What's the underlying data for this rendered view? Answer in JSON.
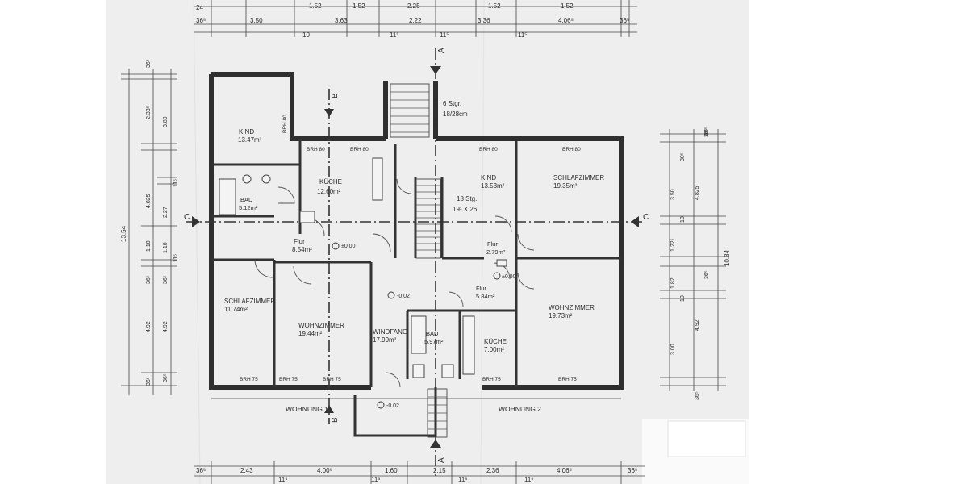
{
  "rooms": {
    "kind_left": {
      "name": "KIND",
      "area": "13.47m²"
    },
    "kueche_left": {
      "name": "KÜCHE",
      "area": "12.60m²"
    },
    "bad_left": {
      "name": "BAD",
      "area": "5.12m²"
    },
    "flur_left": {
      "name": "Flur",
      "area": "8.54m²"
    },
    "schlaf_left": {
      "name": "SCHLAFZIMMER",
      "area": "11.74m²"
    },
    "wohn_left": {
      "name": "WOHNZIMMER",
      "area": "19.44m²"
    },
    "windfang": {
      "name": "WINDFANG",
      "area": "17.99m²"
    },
    "bad_center": {
      "name": "BAD",
      "area": "5.97m²"
    },
    "kind_right": {
      "name": "KIND",
      "area": "13.53m²"
    },
    "schlaf_right": {
      "name": "SCHLAFZIMMER",
      "area": "19.35m²"
    },
    "flur_right_upper": {
      "name": "Flur",
      "area": "2.79m²"
    },
    "flur_right_lower": {
      "name": "Flur",
      "area": "5.84m²"
    },
    "wohn_right": {
      "name": "WOHNZIMMER",
      "area": "19.73m²"
    },
    "kueche_right": {
      "name": "KÜCHE",
      "area": "7.00m²"
    }
  },
  "units": {
    "left": "WOHNUNG 1",
    "right": "WOHNUNG 2"
  },
  "stairs": {
    "outer_label": "6 Stgr.",
    "outer_size": "18/28cm",
    "inner_label": "18 Stg.",
    "inner_size": "19¹ X 26"
  },
  "section_marks": {
    "a": "A",
    "b": "B",
    "c": "C"
  },
  "levels": {
    "zero": "±0.00",
    "minus": "-0.02"
  },
  "windows": {
    "brh80": "BRH 80",
    "brh75": "BRH 75"
  },
  "dims_top_row1": [
    "24",
    "1.52",
    "1.52",
    "2.25",
    "1.52",
    "1.52"
  ],
  "dims_top_row2": [
    "36⁵",
    "3.50",
    "3.63",
    "2.22",
    "3.36",
    "4.06⁵",
    "36⁵"
  ],
  "dims_top_row3": [
    "10",
    "11⁵",
    "11⁵",
    "11⁵"
  ],
  "dims_bottom_row1": [
    "36⁵",
    "2.43",
    "4.00⁵",
    "1.60",
    "2.15",
    "2.36",
    "4.06⁵",
    "36⁵"
  ],
  "dims_bottom_row2": [
    "11⁵",
    "11⁵",
    "11⁵",
    "11⁵"
  ],
  "dims_left_outer": [
    "36⁵",
    "2.33⁵",
    "4.825",
    "1.10",
    "36⁵",
    "4.92",
    "36⁵"
  ],
  "dims_left_inner": [
    "3.89",
    "2.27",
    "1.10",
    "36⁵",
    "4.92",
    "36⁵"
  ],
  "dims_left_total": "13.54",
  "dims_left_small": [
    "11⁵",
    "11⁵"
  ],
  "dims_right_inner": [
    "30⁵",
    "3.50",
    "10",
    "1.22⁵",
    "1.82",
    "10",
    "3.00",
    "36⁵"
  ],
  "dims_right_outer": [
    "36⁵",
    "4.825",
    "36⁵",
    "4.92",
    "36⁵"
  ],
  "dims_right_total": "10.84"
}
